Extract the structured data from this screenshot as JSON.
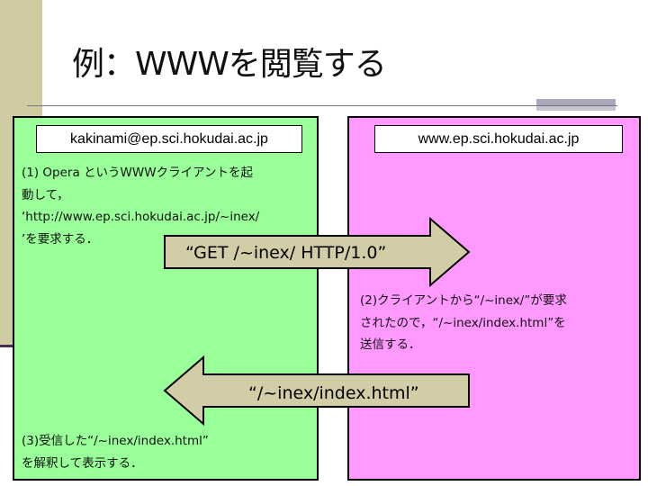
{
  "title": "例：WWWを閲覧する",
  "client": {
    "host": "kakinami@ep.sci.hokudai.ac.jp",
    "color": "#99ff99",
    "step1_lines": [
      "(1) Opera というWWWクライアントを起",
      "動して，",
      "‘http://www.ep.sci.hokudai.ac.jp/~inex/",
      "’を要求する．"
    ],
    "step3_lines": [
      "(3)受信した“/~inex/index.html”",
      "を解釈して表示する．"
    ]
  },
  "server": {
    "host": "www.ep.sci.hokudai.ac.jp",
    "color": "#ff99ff",
    "step2_lines": [
      "(2)クライアントから“/~inex/”が要求",
      "されたので，“/~inex/index.html”を",
      "送信する．"
    ]
  },
  "arrows": {
    "request_label": "“GET   /~inex/  HTTP/1.0”",
    "response_label": "“/~inex/index.html”",
    "fill_color": "#d2cda6"
  }
}
